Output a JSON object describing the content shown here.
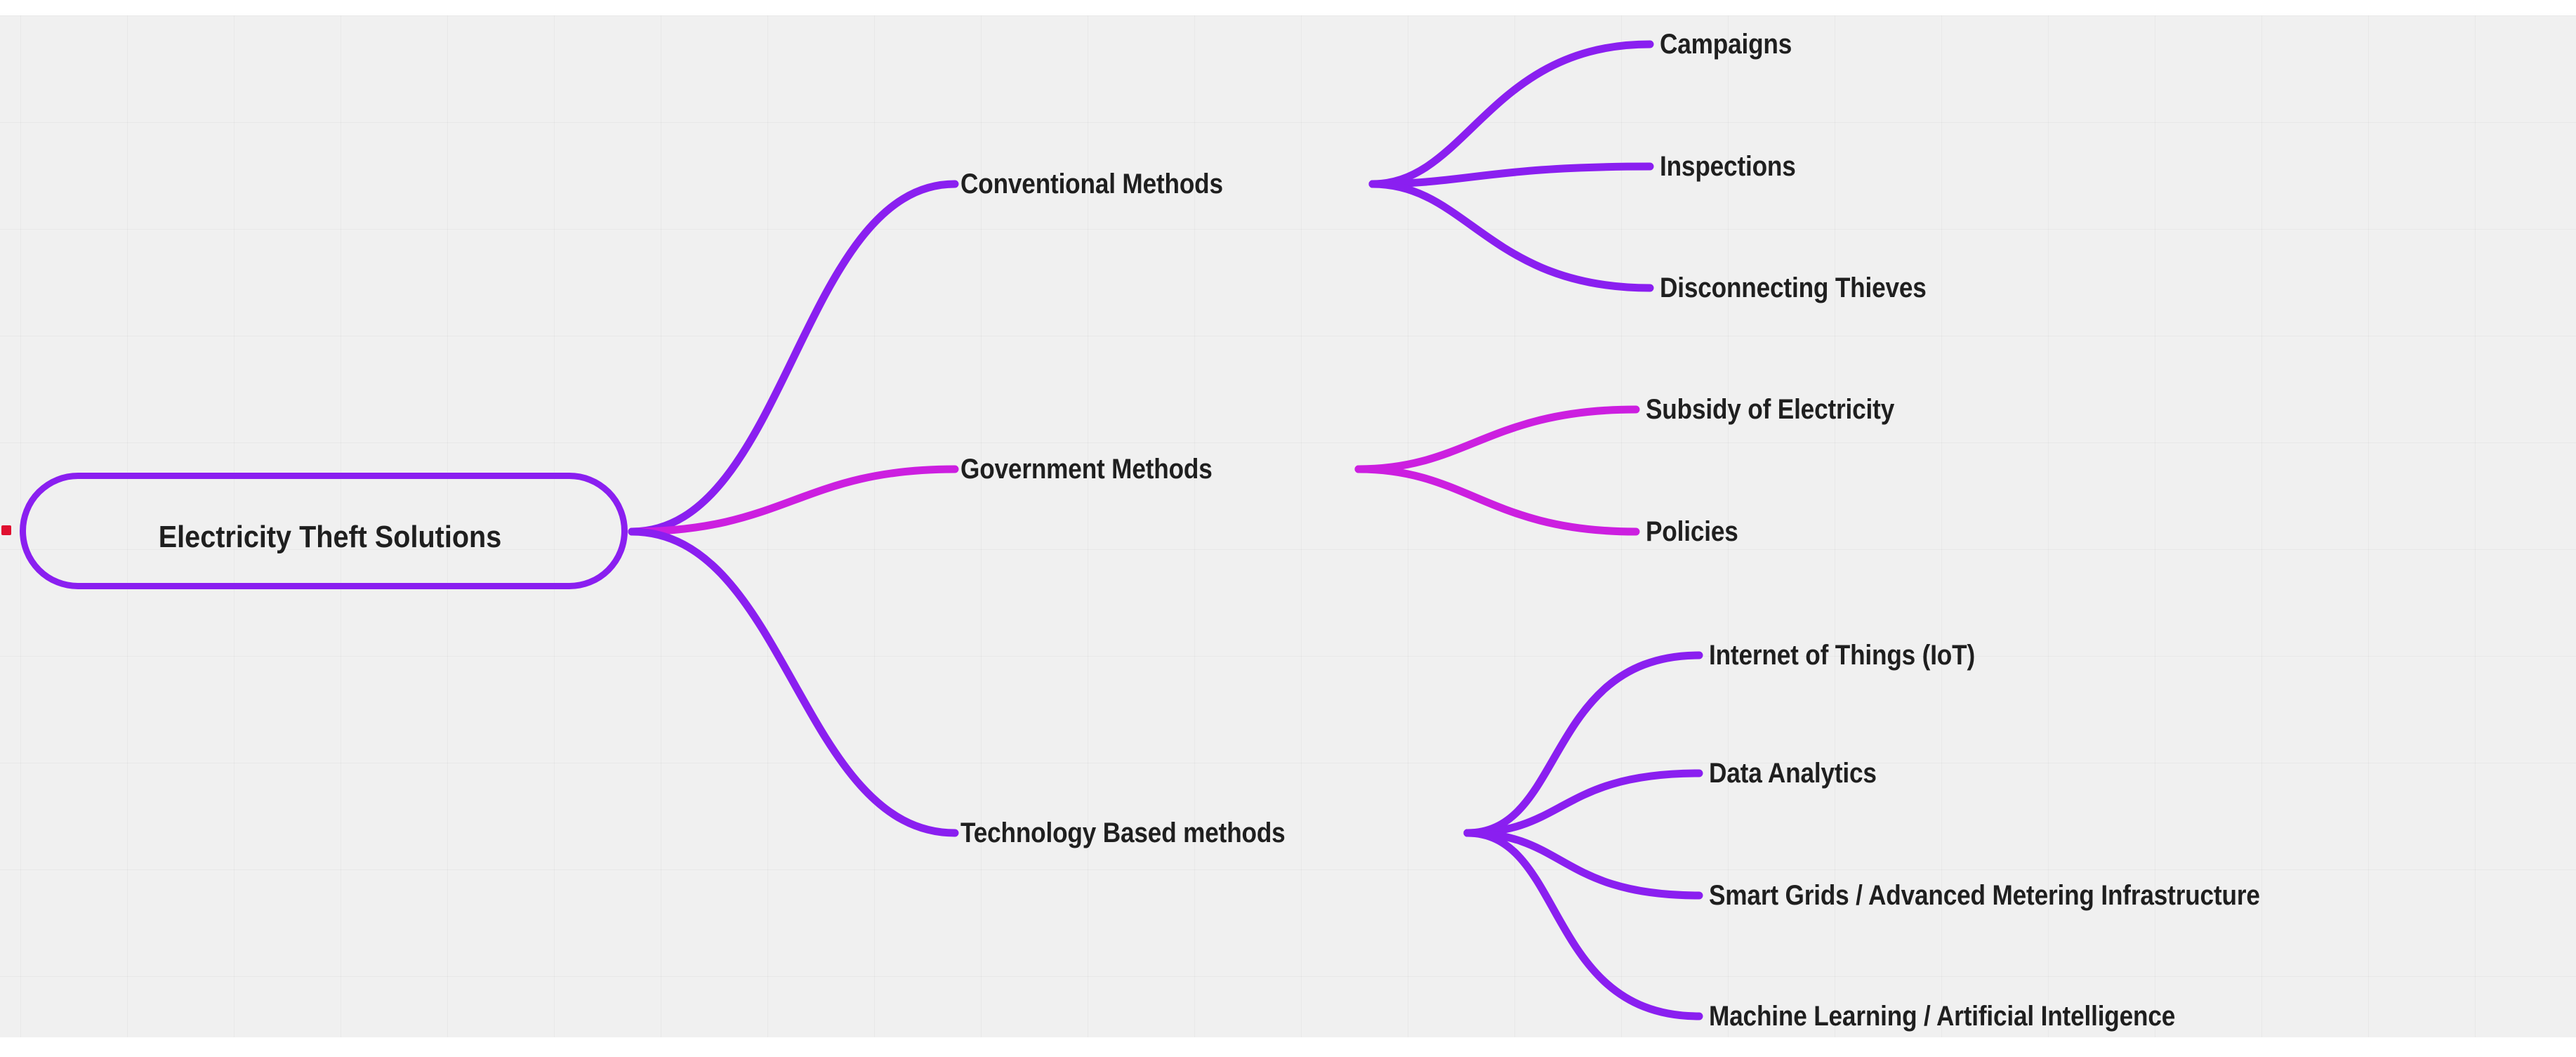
{
  "diagram": {
    "type": "mindmap",
    "title": "Electricity Theft Solutions",
    "background_color": "#f0f0f0",
    "grid": "on",
    "colors": {
      "branch_purple": "#8a1ff0",
      "branch_magenta": "#cc1fe0",
      "text": "#1f1f1f",
      "root_border": "#8a1ff0",
      "marker_red": "#e01030"
    },
    "root": {
      "label": "Electricity Theft Solutions",
      "shape": "rounded-rectangle",
      "border_color": "#8a1ff0"
    },
    "branches": [
      {
        "id": "conventional",
        "label": "Conventional Methods",
        "color": "#8a1ff0",
        "children": [
          {
            "label": "Campaigns"
          },
          {
            "label": "Inspections"
          },
          {
            "label": "Disconnecting Thieves"
          }
        ]
      },
      {
        "id": "government",
        "label": "Government Methods",
        "color": "#cc1fe0",
        "children": [
          {
            "label": "Subsidy of Electricity"
          },
          {
            "label": "Policies"
          }
        ]
      },
      {
        "id": "technology",
        "label": "Technology Based methods",
        "color": "#8a1ff0",
        "children": [
          {
            "label": "Internet of Things (IoT)"
          },
          {
            "label": "Data Analytics"
          },
          {
            "label": "Smart Grids / Advanced Metering Infrastructure"
          },
          {
            "label": "Machine Learning / Artificial Intelligence"
          }
        ]
      }
    ]
  }
}
